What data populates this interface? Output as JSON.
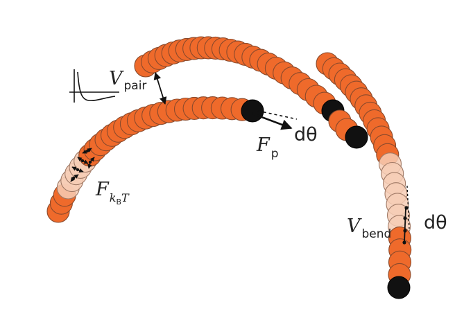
{
  "labels": {
    "v_pair_main": "V",
    "v_pair_sub": "pair",
    "f_p_main": "F",
    "f_p_sub": "p",
    "f_kbt_main": "F",
    "f_kbt_sub_k": "k",
    "f_kbt_sub_b": "B",
    "f_kbt_sub_t": "T",
    "v_bend_main": "V",
    "v_bend_sub": "bend",
    "dtheta_1": "dθ",
    "dtheta_2": "dθ"
  },
  "colors": {
    "bead_active": "#ef6a2b",
    "bead_faded": "#f6cdb5",
    "head": "#111111",
    "arrow": "#111111"
  }
}
